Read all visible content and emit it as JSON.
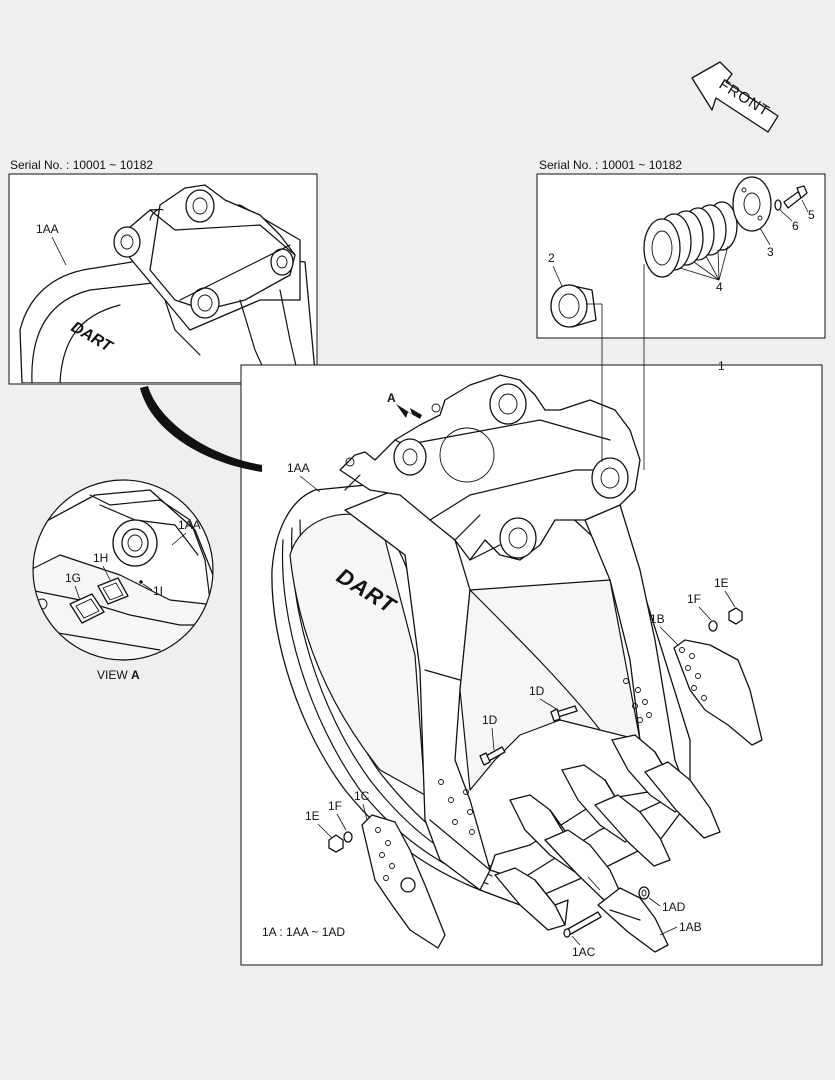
{
  "orientation": {
    "front_label": "FRONT"
  },
  "inset_left": {
    "serial": "Serial No. : 10001 ~ 10182",
    "part_label": "1AA"
  },
  "inset_right": {
    "serial": "Serial No. : 10001 ~ 10182",
    "labels": {
      "p2": "2",
      "p3": "3",
      "p4": "4",
      "p5": "5",
      "p6": "6"
    }
  },
  "main": {
    "assembly_number": "1",
    "view_marker": "A",
    "brand_text": "DART",
    "assembly_note": "1A : 1AA ~ 1AD",
    "labels": {
      "aa": "1AA",
      "b": "1B",
      "c": "1C",
      "d_left": "1D",
      "d_right": "1D",
      "e_left": "1E",
      "e_right": "1E",
      "f_left": "1F",
      "f_right": "1F",
      "ab": "1AB",
      "ac": "1AC",
      "ad": "1AD"
    }
  },
  "view_a": {
    "caption_prefix": "VIEW ",
    "caption_letter": "A",
    "labels": {
      "aa": "1AA",
      "g": "1G",
      "h": "1H",
      "i": "1I"
    }
  }
}
